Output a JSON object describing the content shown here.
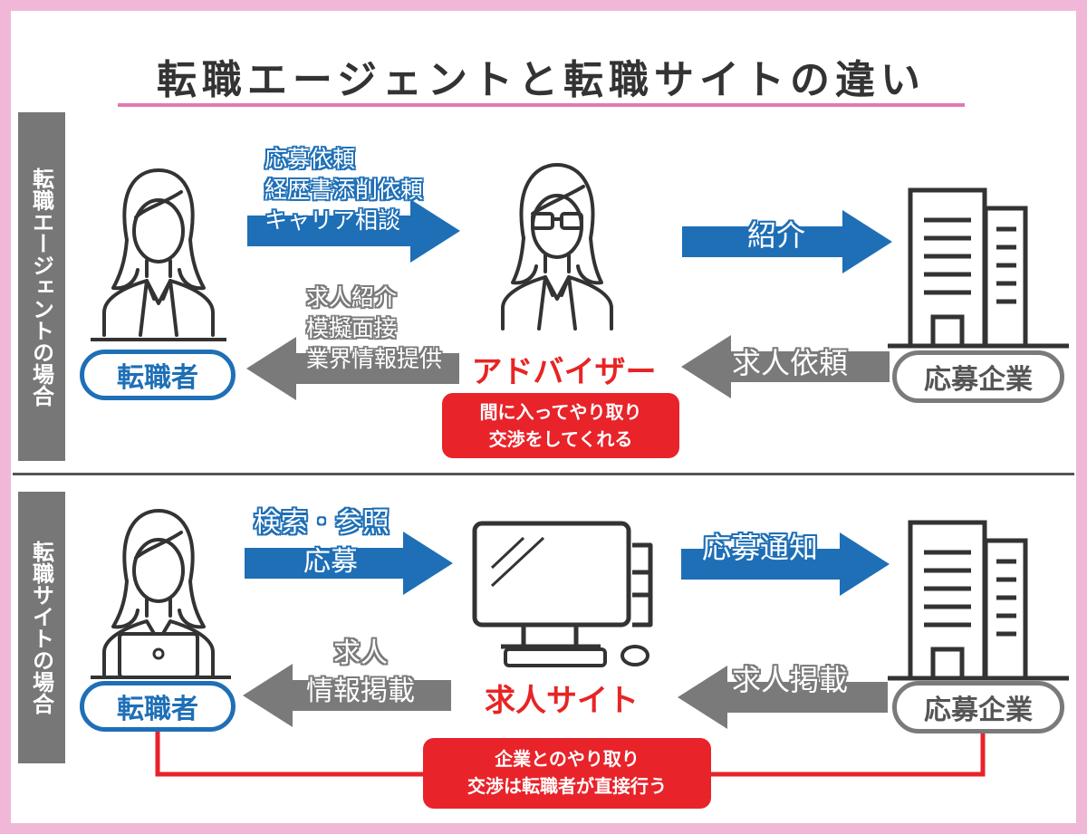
{
  "title": "転職エージェントと転職サイトの違い",
  "agent_section": {
    "side_label": "転職エージェントの場合",
    "seeker_label": "転職者",
    "to_advisor_items": [
      "応募依頼",
      "経歴書添削依頼",
      "キャリア相談"
    ],
    "from_advisor_items": [
      "求人紹介",
      "模擬面接",
      "業界情報提供"
    ],
    "advisor_label": "アドバイザー",
    "advisor_note": [
      "間に入ってやり取り",
      "交渉をしてくれる"
    ],
    "to_company_label": "紹介",
    "from_company_label": "求人依頼",
    "company_label": "応募企業"
  },
  "site_section": {
    "side_label": "転職サイトの場合",
    "seeker_label": "転職者",
    "to_site_items": [
      "検索・参照",
      "応募"
    ],
    "from_site_items": [
      "求人",
      "情報掲載"
    ],
    "site_label": "求人サイト",
    "to_company_label": "応募通知",
    "from_company_label": "求人掲載",
    "company_label": "応募企業",
    "direct_note": [
      "企業とのやり取り",
      "交渉は転職者が直接行う"
    ]
  },
  "colors": {
    "frame": "#f0b8d6",
    "title_underline": "#e07ab0",
    "blue": "#1e6fb6",
    "gray": "#7a7a7a",
    "red": "#e8232a"
  }
}
